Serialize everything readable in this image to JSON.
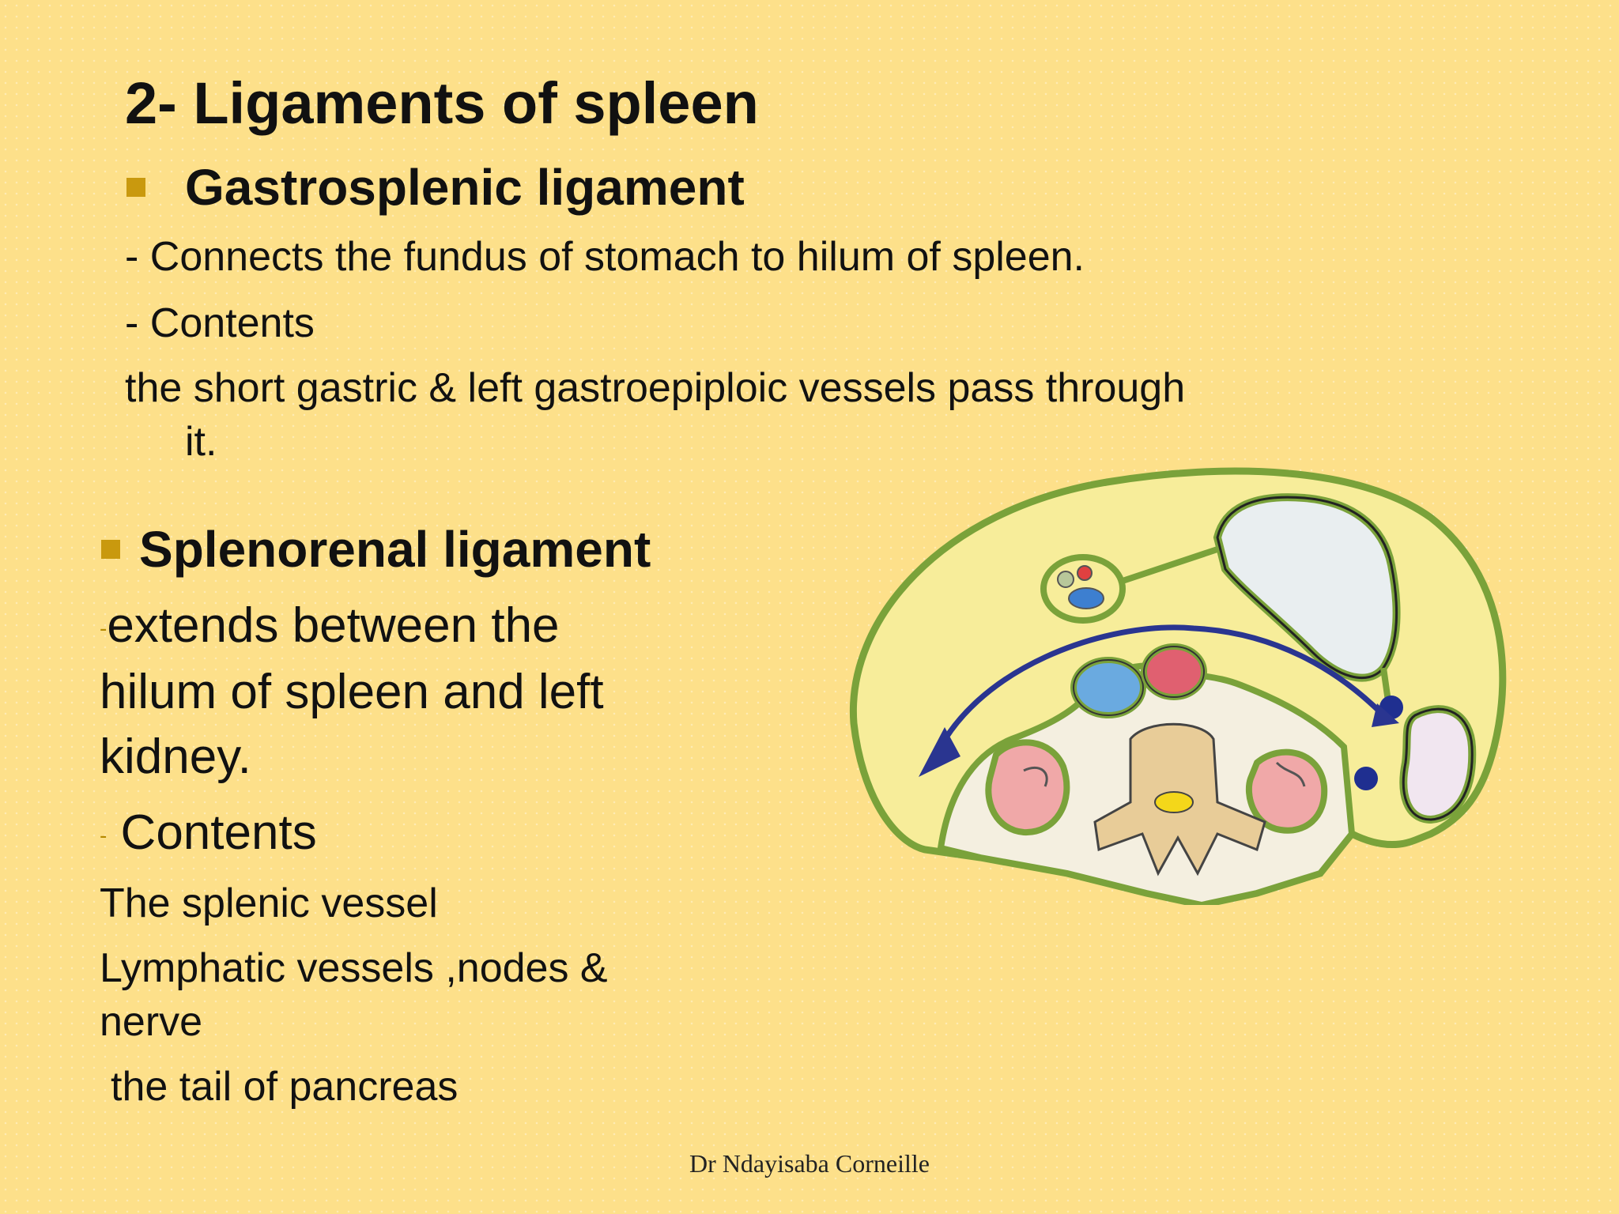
{
  "slide": {
    "title": "2- Ligaments of spleen",
    "section1": {
      "heading": "Gastrosplenic ligament",
      "line1": "- Connects the fundus of stomach to hilum of spleen.",
      "line2": "- Contents",
      "line3": "the short gastric & left gastroepiploic vessels pass through",
      "line4": "it."
    },
    "section2": {
      "heading": "Splenorenal ligament",
      "dash1": "-",
      "line1": "extends between the",
      "line2": "hilum of spleen and left",
      "line3": "kidney.",
      "dash2": "-",
      "line4": " Contents",
      "item1": "The splenic vessel",
      "item2a": "Lymphatic vessels  ,nodes &",
      "item2b": "nerve",
      "item3": "the tail of pancreas"
    },
    "footer": "Dr Ndayisaba Corneille"
  },
  "colors": {
    "background": "#fde08a",
    "bullet": "#c9990e",
    "peritoneum": "#7aa23a",
    "arrow": "#2a3590"
  },
  "icons": {
    "bullet": "square-bullet-icon"
  }
}
